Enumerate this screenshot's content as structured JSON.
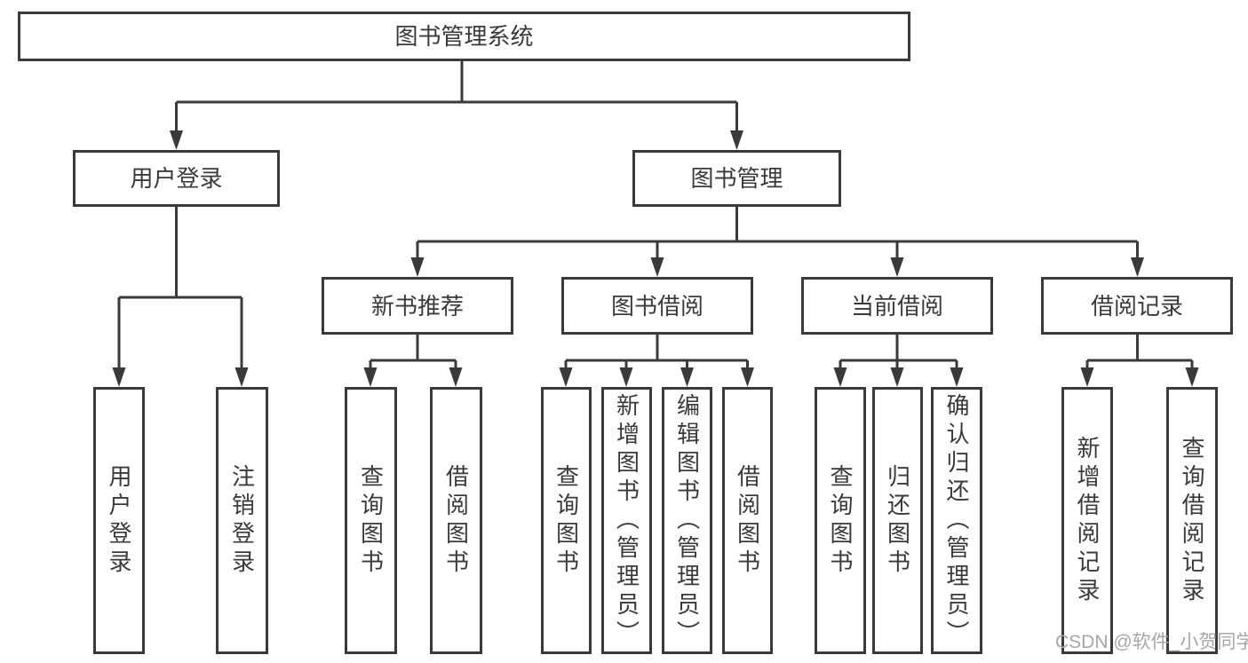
{
  "tree": {
    "label": "图书管理系统",
    "children": [
      {
        "label": "用户登录",
        "children": [
          {
            "label": "用户登录"
          },
          {
            "label": "注销登录"
          }
        ]
      },
      {
        "label": "图书管理",
        "children": [
          {
            "label": "新书推荐",
            "children": [
              {
                "label": "查询图书"
              },
              {
                "label": "借阅图书"
              }
            ]
          },
          {
            "label": "图书借阅",
            "children": [
              {
                "label": "查询图书"
              },
              {
                "label": "新增图书（管理员）"
              },
              {
                "label": "编辑图书（管理员）"
              },
              {
                "label": "借阅图书"
              }
            ]
          },
          {
            "label": "当前借阅",
            "children": [
              {
                "label": "查询图书"
              },
              {
                "label": "归还图书"
              },
              {
                "label": "确认归还（管理员）"
              }
            ]
          },
          {
            "label": "借阅记录",
            "children": [
              {
                "label": "新增借阅记录"
              },
              {
                "label": "查询借阅记录"
              }
            ]
          }
        ]
      }
    ]
  },
  "watermark": {
    "text": "CSDN @软件_小贺同学"
  },
  "colors": {
    "line": "#3a3a3a",
    "text": "#3a3a3a",
    "watermark": "#a7a7ab",
    "background": "#ffffff"
  }
}
